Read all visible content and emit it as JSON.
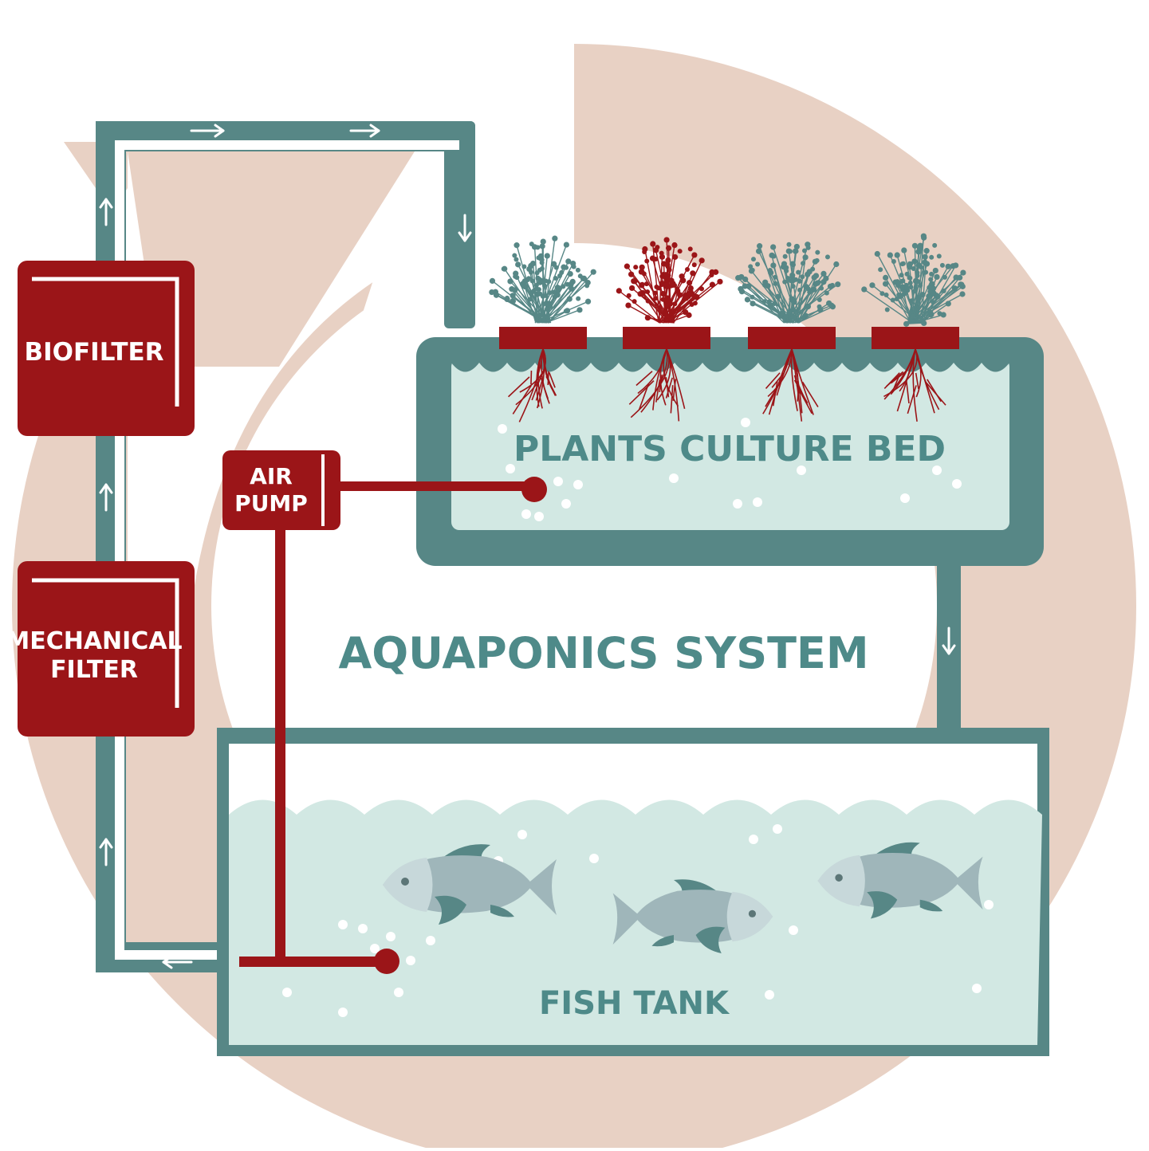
{
  "title": "AQUAPONICS SYSTEM",
  "components": {
    "biofilter": "BIOFILTER",
    "mechanical_filter": [
      "MECHANICAL",
      "FILTER"
    ],
    "air_pump": [
      "AIR",
      "PUMP"
    ],
    "plants_bed": "PLANTS CULTURE BED",
    "fish_tank": "FISH TANK"
  },
  "colors": {
    "teal": "#578786",
    "dark_red": "#9b1518",
    "water": "#d2e8e3",
    "peach": "#e8d1c4",
    "fish_body": "#9fb6ba",
    "fish_head": "#c7d8da",
    "label_teal": "#4e8a89"
  },
  "plants": [
    "teal",
    "red",
    "teal",
    "teal"
  ],
  "fish_count": 3
}
